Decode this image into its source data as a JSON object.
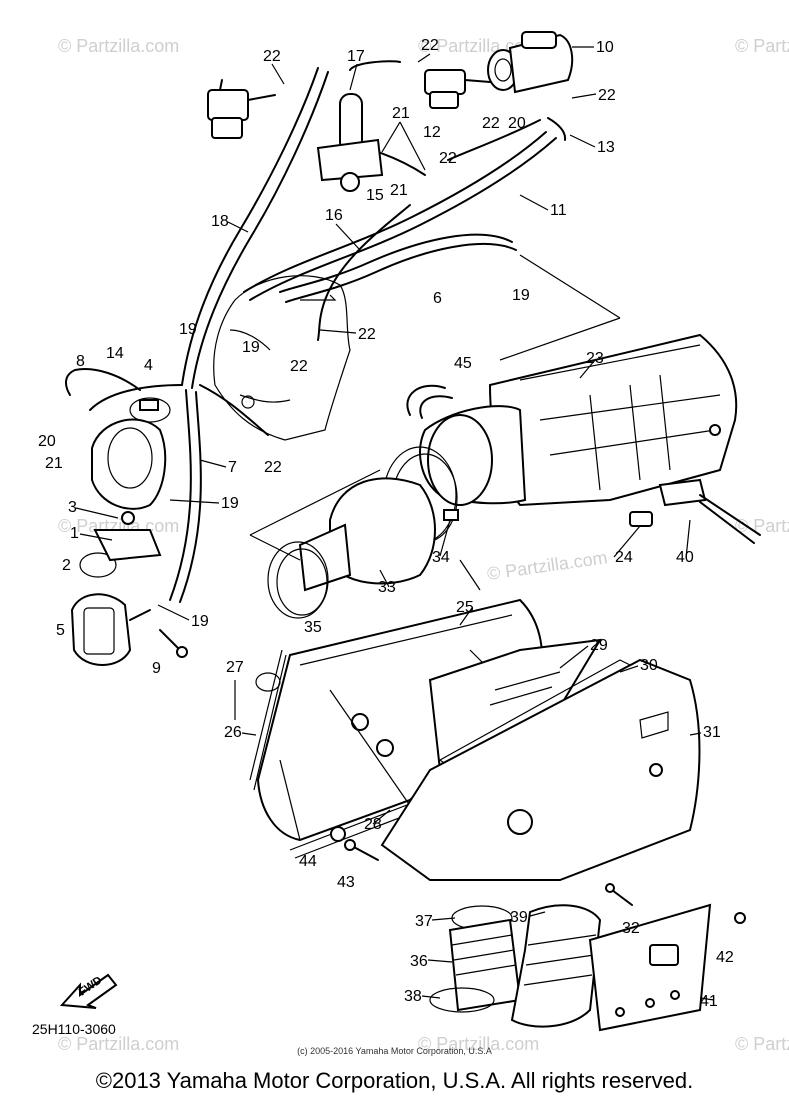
{
  "watermark": "© Partzilla.com",
  "diagram_code": "25H110-3060",
  "fwd_label": "FWD",
  "copyright_small": "(c) 2005-2016 Yamaha Motor Corporation, U.S.A",
  "copyright_main": "©2013 Yamaha Motor Corporation, U.S.A. All rights reserved.",
  "callouts": {
    "c1": "1",
    "c2": "2",
    "c3": "3",
    "c4": "4",
    "c5": "5",
    "c6": "6",
    "c7": "7",
    "c8": "8",
    "c9": "9",
    "c10": "10",
    "c11": "11",
    "c12": "12",
    "c13": "13",
    "c14": "14",
    "c15": "15",
    "c16": "16",
    "c17": "17",
    "c18": "18",
    "c19a": "19",
    "c19b": "19",
    "c19c": "19",
    "c19d": "19",
    "c19e": "19",
    "c20a": "20",
    "c20b": "20",
    "c21a": "21",
    "c21b": "21",
    "c21c": "21",
    "c22a": "22",
    "c22b": "22",
    "c22c": "22",
    "c22d": "22",
    "c22e": "22",
    "c22f": "22",
    "c22g": "22",
    "c22h": "22",
    "c23": "23",
    "c24": "24",
    "c25": "25",
    "c26": "26",
    "c27": "27",
    "c28": "28",
    "c29": "29",
    "c30": "30",
    "c31": "31",
    "c32": "32",
    "c33": "33",
    "c34": "34",
    "c35": "35",
    "c36": "36",
    "c37": "37",
    "c38": "38",
    "c39": "39",
    "c40": "40",
    "c41": "41",
    "c42": "42",
    "c43": "43",
    "c44": "44",
    "c45": "45"
  }
}
